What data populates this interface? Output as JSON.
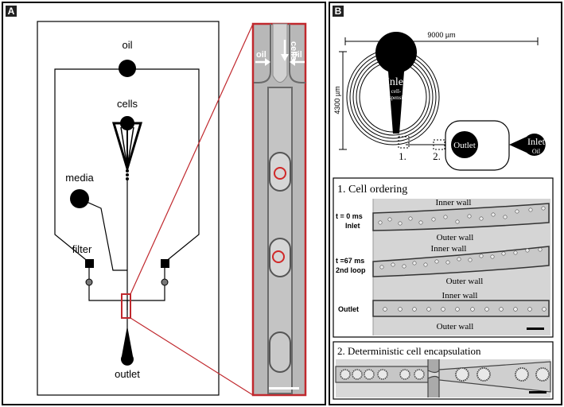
{
  "panel_a": {
    "tag": "A",
    "labels": {
      "oil": "oil",
      "cells": "cells",
      "media": "media",
      "filter": "filter",
      "outlet": "outlet"
    },
    "inset_labels": {
      "cells": "cells",
      "oil_left": "oil",
      "oil_right": "oil"
    }
  },
  "panel_b": {
    "tag": "B",
    "top": {
      "width_dim": "9000 µm",
      "height_dim": "4300 µm",
      "inlet_main": "Inlet",
      "inlet_sub1": "cell-",
      "inlet_sub2": "suspension",
      "outlet": "Outlet",
      "inlet_oil_main": "Inlet",
      "inlet_oil_sub": "Oil",
      "marker_1": "1.",
      "marker_2": "2."
    },
    "cell_ordering": {
      "title": "1. Cell ordering",
      "inner_wall": "Inner wall",
      "outer_wall": "Outer wall",
      "row1_label_a": "t = 0 ms",
      "row1_label_b": "Inlet",
      "row2_label_a": "t =67 ms",
      "row2_label_b": "2nd loop",
      "row3_label": "Outlet"
    },
    "encapsulation": {
      "title": "2. Deterministic cell encapsulation"
    }
  },
  "colors": {
    "frame": "#000000",
    "inset_border": "#c0282d",
    "micro_bg": "#b8b8b8",
    "channel": "#8a8a8a"
  }
}
